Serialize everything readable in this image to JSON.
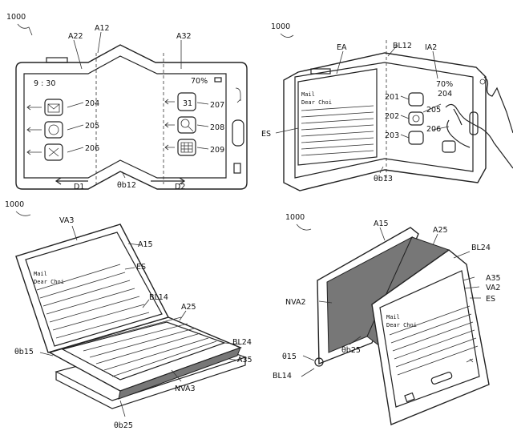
{
  "figures": {
    "top_left": {
      "ref": "1000",
      "labels": [
        "A22",
        "A12",
        "A32",
        "204",
        "205",
        "206",
        "207",
        "208",
        "209",
        "D1",
        "D2",
        "θb12"
      ],
      "status_time": "9 : 30",
      "battery": "70%"
    },
    "top_right": {
      "ref": "1000",
      "labels": [
        "EA",
        "BL12",
        "IA2",
        "ES",
        "201",
        "202",
        "203",
        "204",
        "205",
        "206",
        "θb13"
      ],
      "mail_line1": "Mail",
      "mail_line2": "Dear Choi",
      "battery": "70%"
    },
    "bottom_left": {
      "ref": "1000",
      "labels": [
        "VA3",
        "A15",
        "ES",
        "BL14",
        "A25",
        "θb15",
        "BL24",
        "A35",
        "NVA3",
        "θb25"
      ],
      "mail_line1": "Mail",
      "mail_line2": "Dear Choi"
    },
    "bottom_right": {
      "ref": "1000",
      "labels": [
        "A15",
        "A25",
        "BL24",
        "A35",
        "VA2",
        "ES",
        "NVA2",
        "θ15",
        "θb25",
        "BL14"
      ],
      "mail_line1": "Mail",
      "mail_line2": "Dear Choi"
    }
  }
}
